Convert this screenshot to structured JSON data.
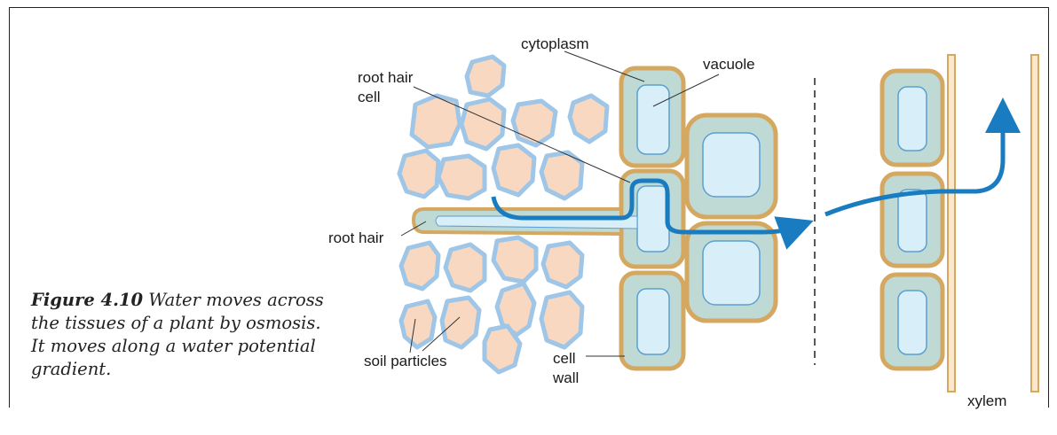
{
  "figure": {
    "caption_label": "Figure 4.10",
    "caption_text": " Water moves across the tissues of a plant by osmosis. It moves along a water potential gradient."
  },
  "labels": {
    "cytoplasm": "cytoplasm",
    "vacuole": "vacuole",
    "root_hair_cell_1": "root hair",
    "root_hair_cell_2": "cell",
    "root_hair": "root hair",
    "soil_particles": "soil particles",
    "cell_wall_1": "cell",
    "cell_wall_2": "wall",
    "xylem": "xylem"
  },
  "colors": {
    "soil_particle": "#f8d8c0",
    "water_film": "#9fc6e6",
    "cell_wall": "#d4a860",
    "cytoplasm": "#bfdad4",
    "vacuole": "#d8eef8",
    "arrow": "#1a7cc0"
  }
}
